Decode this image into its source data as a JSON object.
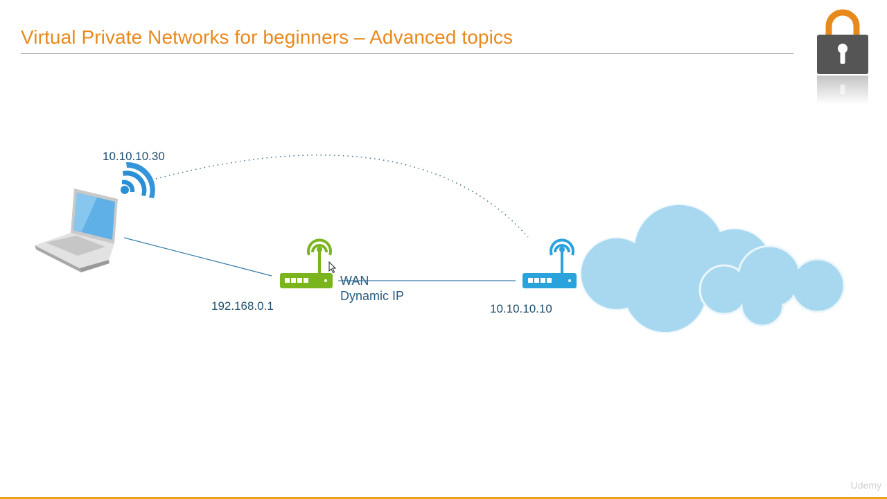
{
  "slide": {
    "title": "Virtual Private Networks for beginners – Advanced topics",
    "brand": "Udemy"
  },
  "labels": {
    "laptop_ip": "10.10.10.30",
    "lan_router_ip": "192.168.0.1",
    "wan_label": "WAN",
    "wan_type": "Dynamic IP",
    "isp_router_ip": "10.10.10.10"
  },
  "colors": {
    "title": "#e8891c",
    "green_router": "#7ab51d",
    "blue_router": "#2aa3dd",
    "cloud": "#a8d8f0",
    "lock_body": "#555555",
    "lock_shackle": "#e8891c",
    "accent_bar": "#e8a21c"
  },
  "icons": {
    "laptop": "laptop-icon",
    "wifi": "wifi-icon",
    "green_router": "router-icon",
    "blue_router": "router-icon",
    "cloud": "cloud-icon",
    "lock": "padlock-icon"
  }
}
